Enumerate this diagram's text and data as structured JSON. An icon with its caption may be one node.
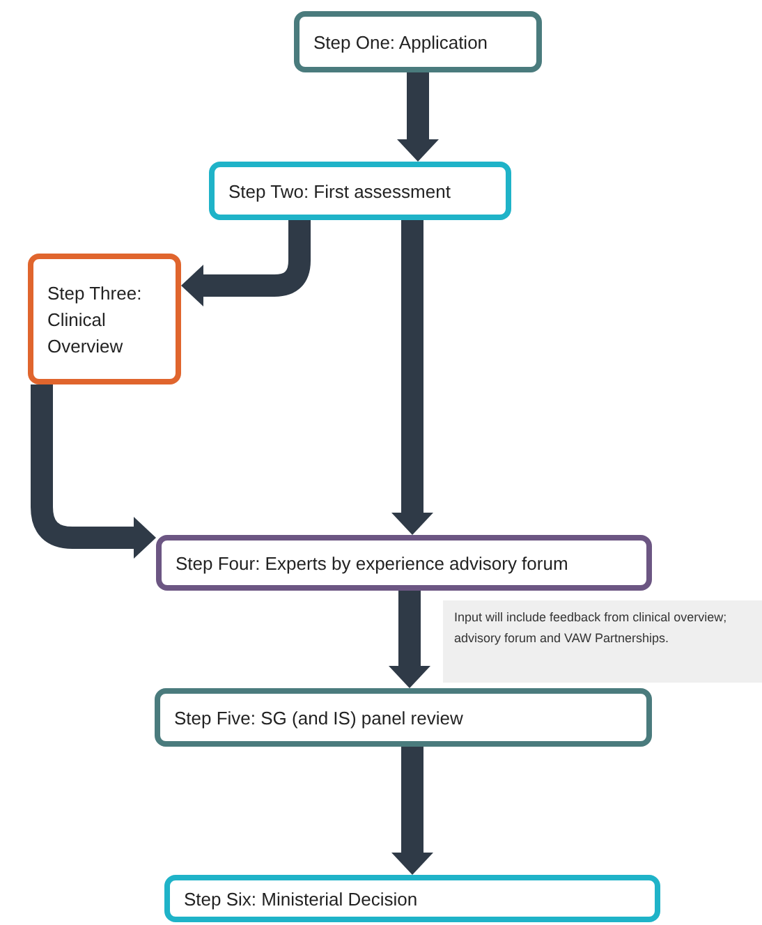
{
  "diagram": {
    "nodes": [
      {
        "text": [
          "Step One: Application"
        ]
      },
      {
        "text": [
          "Step Two: First assessment"
        ]
      },
      {
        "text": [
          "Step Three: Clinical Overview"
        ]
      },
      {
        "text": [
          "Step Four: Experts by experience advisory forum"
        ]
      },
      {
        "text": [
          "Input will include feedback from clinical overview; advisory forum and VAW Partnerships."
        ]
      },
      {
        "text": [
          "Step Five: SG (and IS) panel review"
        ]
      },
      {
        "text": [
          "Step Six: Ministerial Decision"
        ]
      }
    ],
    "edges": [
      {
        "from": 0,
        "to": 1,
        "arrow": "to"
      },
      {
        "from": 1,
        "to": 2,
        "arrow": "to"
      },
      {
        "from": 1,
        "to": 3,
        "arrow": "to"
      },
      {
        "from": 2,
        "to": 3,
        "arrow": "to"
      },
      {
        "from": 3,
        "to": 5,
        "arrow": "to"
      },
      {
        "from": 5,
        "to": 6,
        "arrow": "to"
      }
    ]
  }
}
